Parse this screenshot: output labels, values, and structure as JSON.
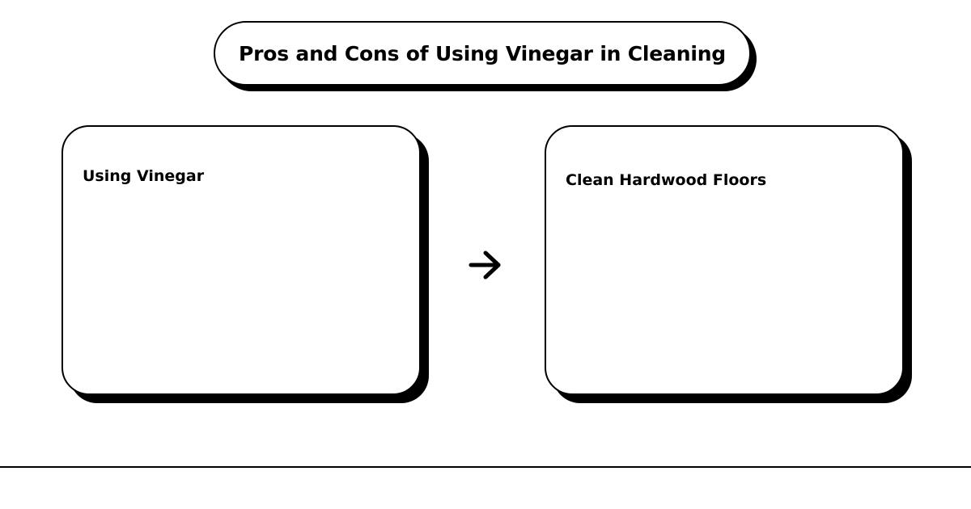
{
  "title": "Pros and Cons of Using Vinegar in Cleaning",
  "nodes": [
    {
      "label": "Using Vinegar"
    },
    {
      "label": "Clean Hardwood Floors"
    }
  ],
  "connector": {
    "icon": "arrow-right-icon",
    "from": "Using Vinegar",
    "to": "Clean Hardwood Floors"
  },
  "colors": {
    "stroke": "#000000",
    "fill": "#ffffff",
    "shadow": "#000000"
  }
}
